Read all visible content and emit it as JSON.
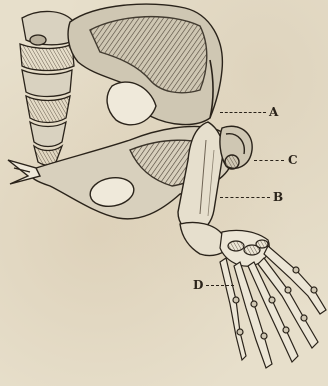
{
  "figure": {
    "labels": {
      "a": "A",
      "b": "B",
      "c": "C",
      "d": "D"
    },
    "colors": {
      "paper": "#e7dfcb",
      "ink": "#2a231a",
      "bone_light": "#efe9da",
      "bone_shade": "#8b8170"
    }
  }
}
